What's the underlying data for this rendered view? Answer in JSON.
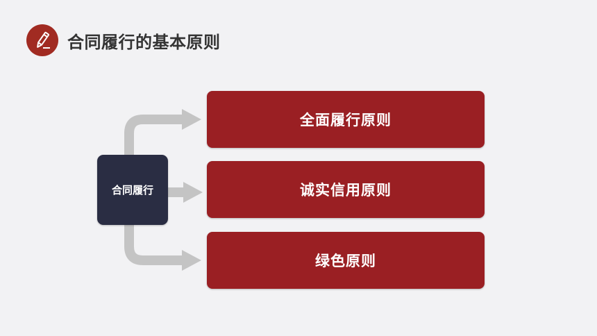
{
  "header": {
    "title": "合同履行的基本原则",
    "icon": "pencil-icon"
  },
  "diagram": {
    "center_label": "合同履行",
    "principles": [
      {
        "label": "全面履行原则"
      },
      {
        "label": "诚实信用原则"
      },
      {
        "label": "绿色原则"
      }
    ]
  },
  "colors": {
    "background": "#f2f2f4",
    "accent_red": "#9a1f23",
    "icon_red": "#a12b22",
    "center_node": "#2a2d43",
    "arrow_gray": "#c4c4c4"
  }
}
